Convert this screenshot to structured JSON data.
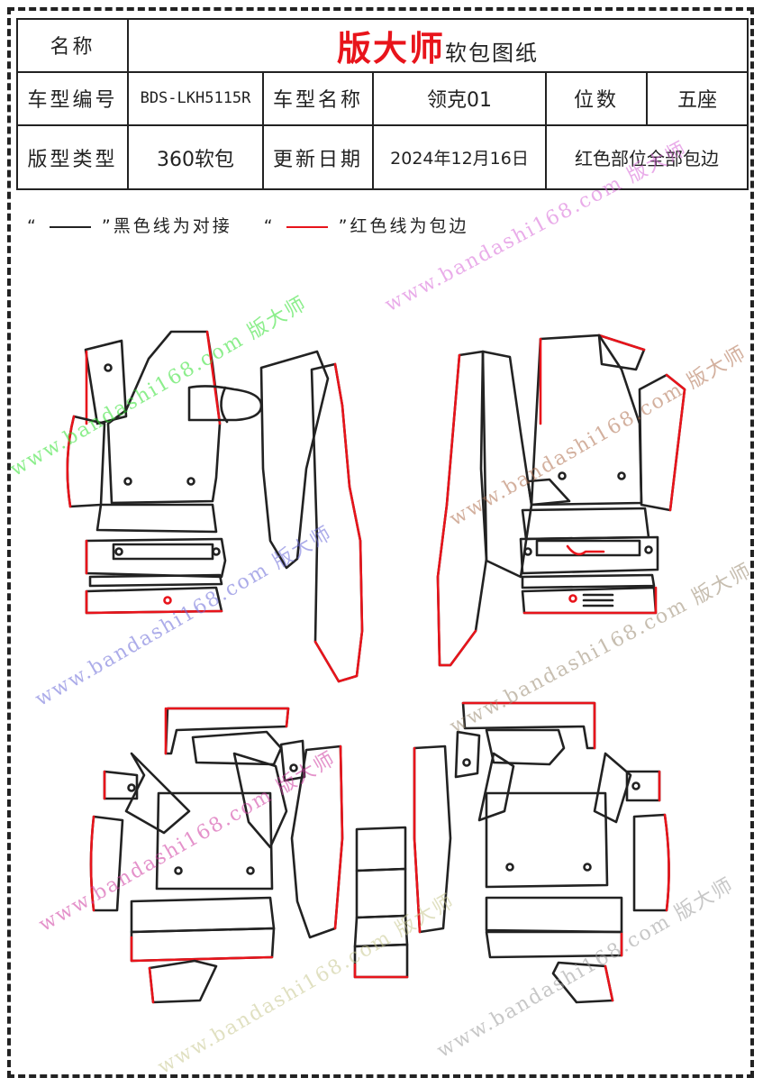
{
  "header": {
    "name_label": "名称",
    "brand": "版大师",
    "title_rest": "软包图纸",
    "model_code_label": "车型编号",
    "model_code": "BDS-LKH5115R",
    "model_name_label": "车型名称",
    "model_name": "领克01",
    "seats_label": "位数",
    "seats": "五座",
    "pattern_type_label": "版型类型",
    "pattern_type": "360软包",
    "update_label": "更新日期",
    "update_date": "2024年12月16日",
    "note": "红色部位全部包边"
  },
  "legend": {
    "open_quote": "“",
    "close_quote": "”",
    "black_text": "黑色线为对接",
    "red_text": "红色线为包边"
  },
  "watermarks": {
    "url": "www.bandashi168.com",
    "brand": "版大师"
  },
  "colors": {
    "edge_red": "#e8141b",
    "line_black": "#222222"
  }
}
